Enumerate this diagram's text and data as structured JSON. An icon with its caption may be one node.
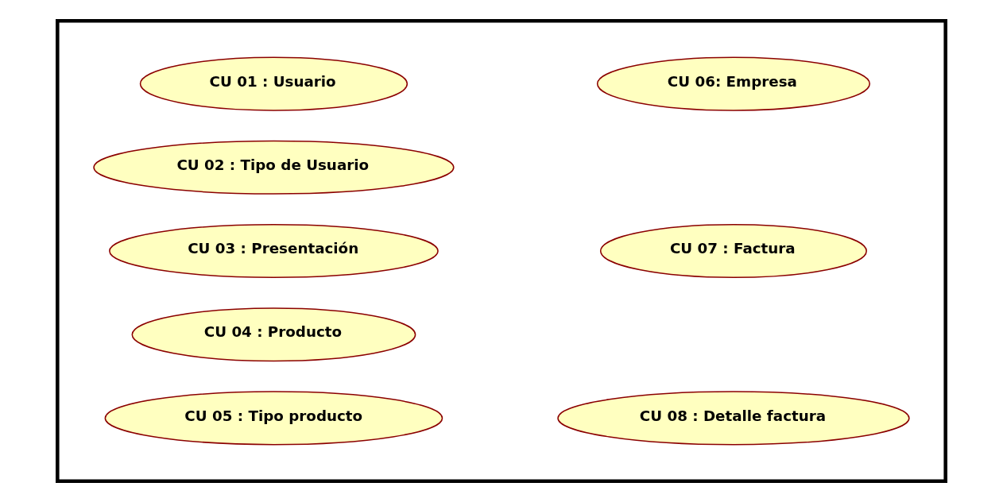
{
  "diagram": {
    "nodes": [
      {
        "text": [],
        "shape": "box"
      },
      {
        "text": [
          "CU 01 : Usuario"
        ],
        "in": 0
      },
      {
        "text": [
          "CU 02 : Tipo de Usuario"
        ],
        "in": 0
      },
      {
        "text": [
          "CU 03 : Presentación"
        ],
        "in": 0
      },
      {
        "text": [
          "CU 04 : Producto"
        ],
        "in": 0
      },
      {
        "text": [
          "CU 05 : Tipo producto"
        ],
        "in": 0
      },
      {
        "text": [
          "CU 06: Empresa"
        ],
        "in": 0
      },
      {
        "text": [
          "CU 07 : Factura"
        ],
        "in": 0
      },
      {
        "text": [
          "CU 08 : Detalle factura"
        ],
        "in": 0
      }
    ],
    "edges": []
  }
}
